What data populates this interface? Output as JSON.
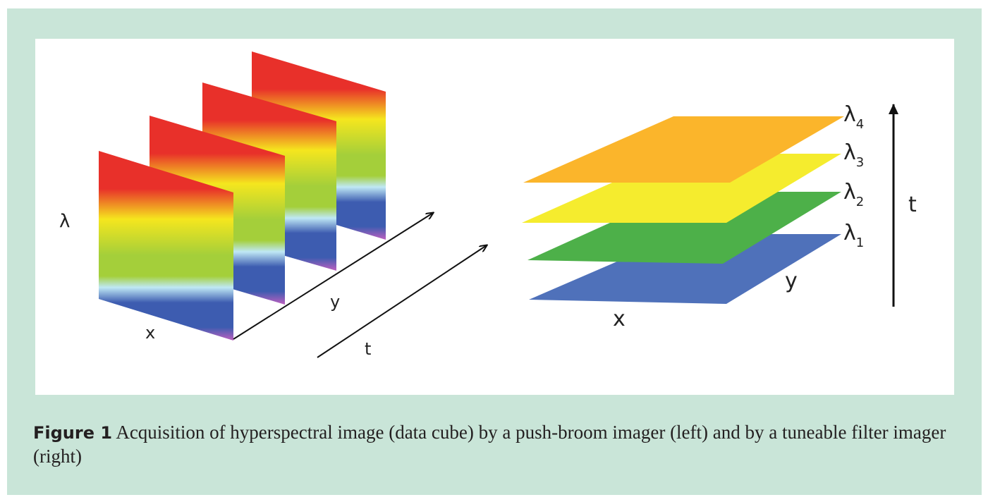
{
  "figure": {
    "caption_label": "Figure 1",
    "caption_text": " Acquisition of hyperspectral image (data cube) by a push-broom imager (left) and by a tuneable filter imager (right)"
  },
  "left_diagram": {
    "lambda_label": "λ",
    "x_label": "x",
    "y_label": "y",
    "t_label": "t",
    "spectrum_colors": [
      "#e8302a",
      "#f5e61e",
      "#a4cf3a",
      "#bfe8f5",
      "#3d5cb0",
      "#c060c0"
    ]
  },
  "right_diagram": {
    "x_label": "x",
    "y_label": "y",
    "t_label": "t",
    "layers": [
      {
        "label": "λ",
        "sub": "1",
        "color": "#4f71ba"
      },
      {
        "label": "λ",
        "sub": "2",
        "color": "#4db049"
      },
      {
        "label": "λ",
        "sub": "3",
        "color": "#f5ec2e"
      },
      {
        "label": "λ",
        "sub": "4",
        "color": "#fbb52b"
      }
    ]
  },
  "colors": {
    "background": "#c9e5d8"
  }
}
